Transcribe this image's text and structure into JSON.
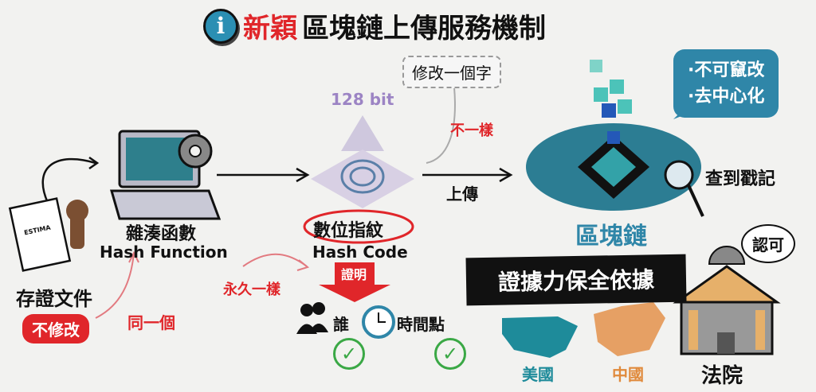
{
  "title": {
    "accent": "新穎",
    "rest": "區塊鏈上傳服務機制",
    "icon": "info-icon"
  },
  "document": {
    "label": "存證文件",
    "badge": "不修改",
    "stamp_text": "ESTIMA"
  },
  "same_label": "同一個",
  "hash_function": {
    "zh": "雜湊函數",
    "en": "Hash Function"
  },
  "edit_bubble": "修改一個字",
  "bits": "128 bit",
  "different": "不一樣",
  "forever_same": "永久一樣",
  "hash_code": {
    "zh": "數位指紋",
    "en": "Hash Code"
  },
  "proof": "證明",
  "who": "誰",
  "time": "時間點",
  "upload": "上傳",
  "blockchain": {
    "label": "區塊鏈",
    "features": [
      "·不可竄改",
      "·去中心化"
    ],
    "lookup": "查到戳記"
  },
  "evidence_banner": "證據力保全依據",
  "court": {
    "label": "法院",
    "bubble": "認可"
  },
  "countries": [
    "美國",
    "中國"
  ],
  "colors": {
    "red": "#e0262a",
    "blue": "#2f86a8",
    "orange": "#e6a064",
    "green": "#3aa845"
  }
}
